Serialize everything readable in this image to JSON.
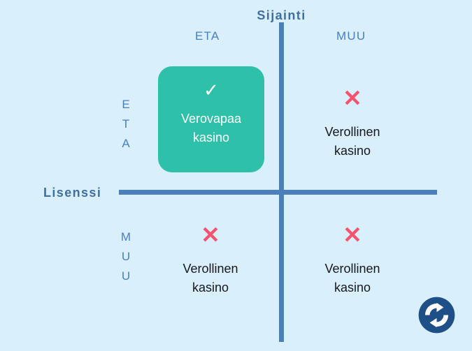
{
  "diagram": {
    "background_color": "#d9effc",
    "axis_color": "#4a7fbb",
    "axis_title_color": "#3f6f9e",
    "highlight_color": "#2ec0a8",
    "negative_mark_color": "#f2546f",
    "logo_color": "#1f4f87",
    "x_axis_title": "Sijainti",
    "y_axis_title": "Lisenssi",
    "columns": [
      {
        "label": "ETA"
      },
      {
        "label": "MUU"
      }
    ],
    "rows": [
      {
        "letters": [
          "E",
          "T",
          "A"
        ]
      },
      {
        "letters": [
          "M",
          "U",
          "U"
        ]
      }
    ],
    "cells": [
      {
        "id": "top-left",
        "row": "ETA",
        "column": "ETA",
        "mark": "✓",
        "mark_name": "check-icon",
        "highlighted": true,
        "label_lines": [
          "Verovapaa",
          "kasino"
        ]
      },
      {
        "id": "top-right",
        "row": "ETA",
        "column": "MUU",
        "mark": "✕",
        "mark_name": "cross-icon",
        "highlighted": false,
        "label_lines": [
          "Verollinen",
          "kasino"
        ]
      },
      {
        "id": "bottom-left",
        "row": "MUU",
        "column": "ETA",
        "mark": "✕",
        "mark_name": "cross-icon",
        "highlighted": false,
        "label_lines": [
          "Verollinen",
          "kasino"
        ]
      },
      {
        "id": "bottom-right",
        "row": "MUU",
        "column": "MUU",
        "mark": "✕",
        "mark_name": "cross-icon",
        "highlighted": false,
        "label_lines": [
          "Verollinen",
          "kasino"
        ]
      }
    ],
    "logo": {
      "name": "sync-refresh-logo",
      "shape": "circle-with-two-curved-arrows"
    }
  }
}
